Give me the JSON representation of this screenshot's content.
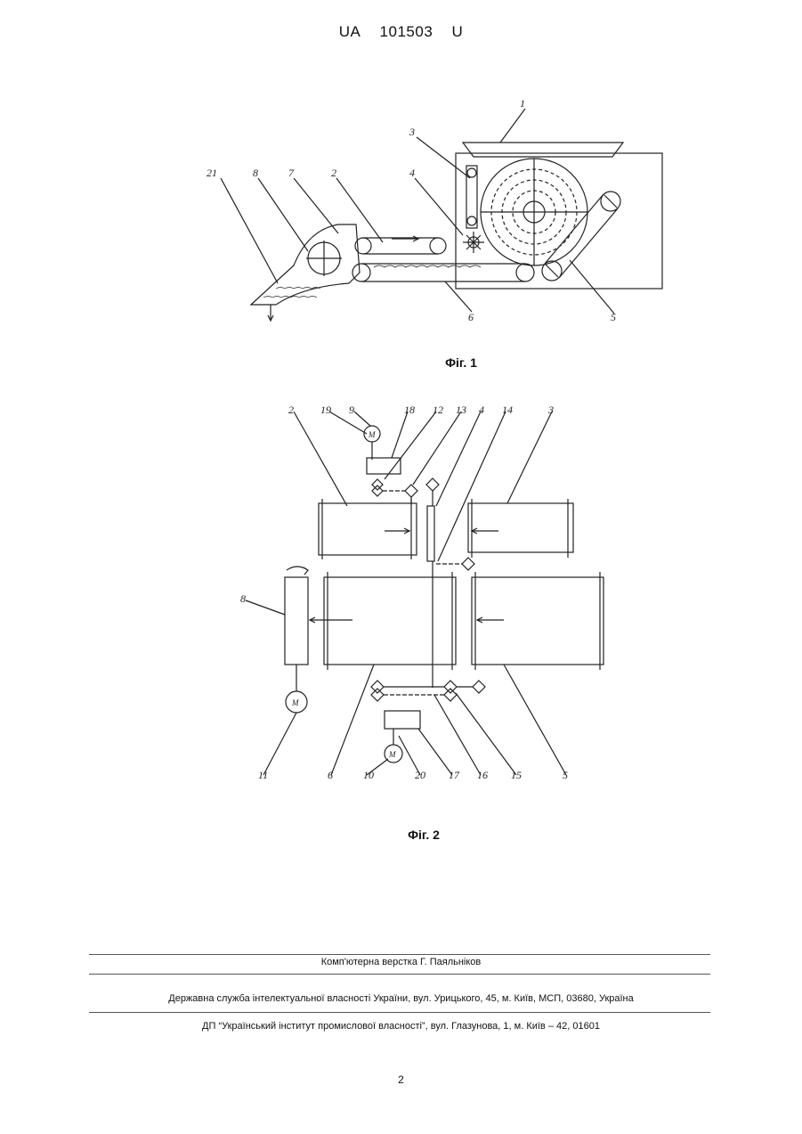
{
  "header": {
    "country": "UA",
    "number": "101503",
    "kind": "U"
  },
  "figures": {
    "fig1": {
      "caption": "Фіг. 1",
      "labels": [
        "1",
        "3",
        "21",
        "8",
        "7",
        "2",
        "4",
        "5",
        "6"
      ]
    },
    "fig2": {
      "caption": "Фіг. 2",
      "labels_top": [
        "2",
        "19",
        "9",
        "18",
        "12",
        "13",
        "4",
        "14",
        "3"
      ],
      "labels_bottom": [
        "11",
        "6",
        "10",
        "20",
        "17",
        "16",
        "15",
        "5"
      ],
      "label_side": "8",
      "motor_symbol": "M"
    }
  },
  "footer": {
    "layout_credit": "Комп'ютерна верстка Г. Паяльніков",
    "office": "Державна служба інтелектуальної власності України, вул. Урицького, 45, м. Київ, МСП, 03680, Україна",
    "institute": "ДП “Український інститут промислової власності”, вул. Глазунова, 1, м. Київ – 42, 01601",
    "page_number": "2"
  }
}
